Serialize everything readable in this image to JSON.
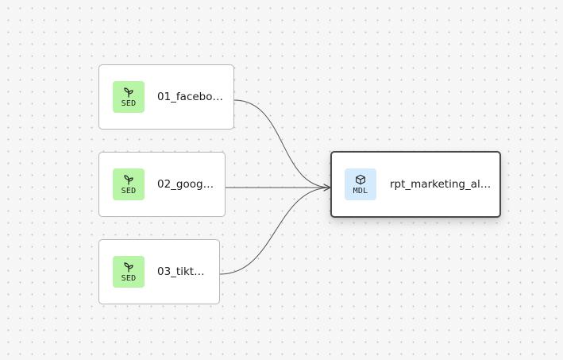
{
  "canvas": {
    "background": "#f6f6f6",
    "dot_color": "#c4c4c4"
  },
  "nodes": [
    {
      "id": "facebook",
      "type": "seed",
      "badge": "SED",
      "name": "01_facebo…",
      "icon": "seedling-icon",
      "color": "#b8f5a6",
      "selected": false
    },
    {
      "id": "google",
      "type": "seed",
      "badge": "SED",
      "name": "02_goog…",
      "icon": "seedling-icon",
      "color": "#b8f5a6",
      "selected": false
    },
    {
      "id": "tiktok",
      "type": "seed",
      "badge": "SED",
      "name": "03_tikt…",
      "icon": "seedling-icon",
      "color": "#b8f5a6",
      "selected": false
    },
    {
      "id": "rpt",
      "type": "model",
      "badge": "MDL",
      "name": "rpt_marketing_al…",
      "icon": "cube-icon",
      "color": "#d3ebfd",
      "selected": true
    }
  ],
  "edges": [
    {
      "from": "facebook",
      "to": "rpt"
    },
    {
      "from": "google",
      "to": "rpt"
    },
    {
      "from": "tiktok",
      "to": "rpt"
    }
  ],
  "colors": {
    "edge": "#555555",
    "node_border": "#b7b7b7",
    "selected_border": "#4a4a4a"
  }
}
